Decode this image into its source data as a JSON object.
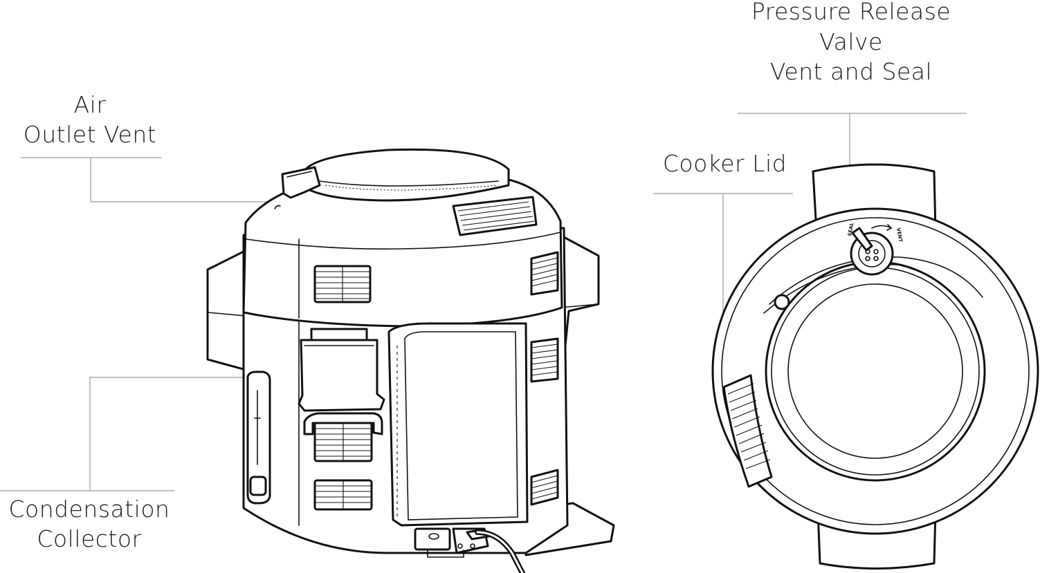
{
  "labels": {
    "air_outlet_vent": [
      "Air",
      "Outlet Vent"
    ],
    "condensation_collector": [
      "Condensation",
      "Collector"
    ],
    "pressure_release_valve": [
      "Pressure Release",
      "Valve",
      "Vent and Seal"
    ],
    "cooker_lid": [
      "Cooker Lid"
    ]
  },
  "lid_markings": {
    "seal": "SEAL",
    "vent": "VENT"
  },
  "colors": {
    "ink": "#111111",
    "leader": "#9a9a9a",
    "text": "#1c1c1c",
    "background": "#ffffff"
  }
}
